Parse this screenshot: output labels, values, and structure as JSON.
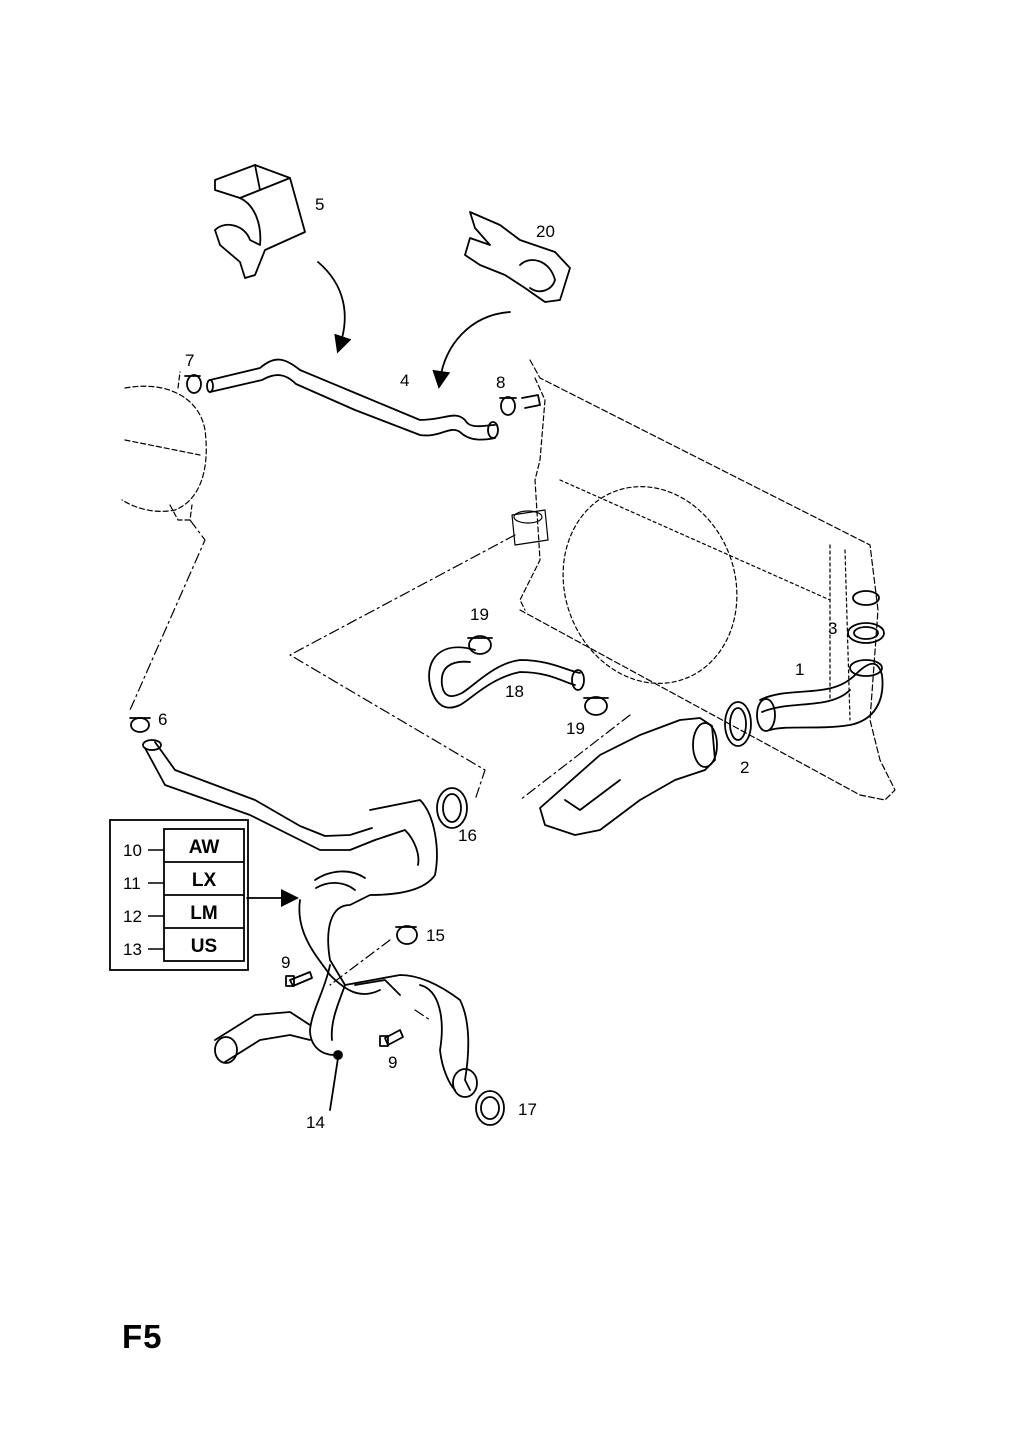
{
  "page_code": "F5",
  "callouts": {
    "c1": "1",
    "c2": "2",
    "c3": "3",
    "c4": "4",
    "c5": "5",
    "c6": "6",
    "c7": "7",
    "c8": "8",
    "c9a": "9",
    "c9b": "9",
    "c14": "14",
    "c15": "15",
    "c16": "16",
    "c17": "17",
    "c18": "18",
    "c19a": "19",
    "c19b": "19",
    "c20": "20"
  },
  "variant_table": {
    "rows": [
      {
        "index": "10",
        "code": "AW"
      },
      {
        "index": "11",
        "code": "LX"
      },
      {
        "index": "12",
        "code": "LM"
      },
      {
        "index": "13",
        "code": "US"
      }
    ]
  }
}
